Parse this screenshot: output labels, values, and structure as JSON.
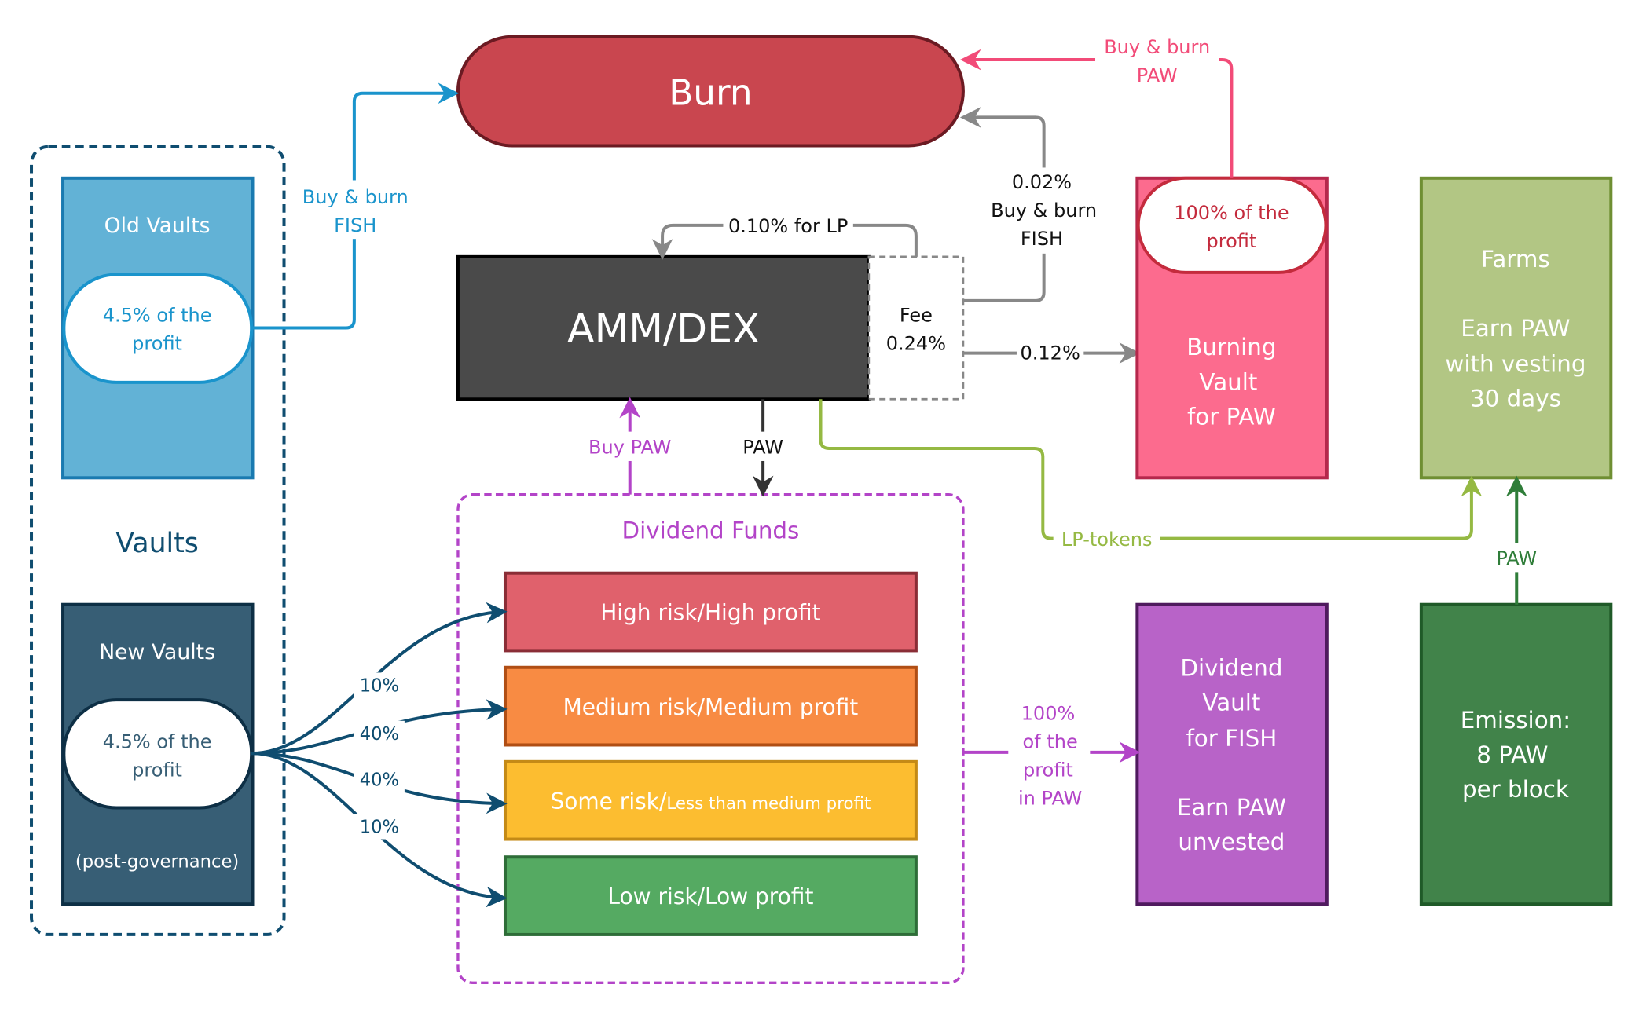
{
  "colors": {
    "burn": "#c9464f",
    "amm": "#4a4a4a",
    "old_vault": "#62b2d6",
    "new_vault": "#375e75",
    "burning_vault": "#fc6b8e",
    "farms": "#b2c684",
    "dividend_vault": "#b863c8",
    "emission": "#41834a",
    "blue": "#1a94cc",
    "pink": "#f24b78",
    "purple": "#b344c8",
    "lime": "#95b943",
    "darkgreen": "#2f7d39",
    "gray": "#888888",
    "navy": "#0f4d70"
  },
  "burn": {
    "label": "Burn"
  },
  "vaults": {
    "group_label": "Vaults",
    "old": {
      "title": "Old Vaults",
      "pill": [
        "4.5% of the",
        "profit"
      ]
    },
    "new": {
      "title": "New Vaults",
      "pill": [
        "4.5% of the",
        "profit"
      ],
      "footer": "(post-governance)"
    }
  },
  "arrows": {
    "old_to_burn": [
      "Buy & burn",
      "FISH"
    ],
    "lp_fee": "0.10% for LP",
    "fee_to_burn": [
      "0.02%",
      "Buy & burn",
      "FISH"
    ],
    "fee_to_burning_vault": "0.12%",
    "burning_to_burn": [
      "Buy & burn",
      "PAW"
    ],
    "buy_paw": "Buy PAW",
    "paw_down": "PAW",
    "lp_tokens": "LP-tokens",
    "emission_paw": "PAW",
    "dividend_to_vault": [
      "100%",
      "of the",
      "profit",
      "in PAW"
    ],
    "split": [
      "10%",
      "40%",
      "40%",
      "10%"
    ]
  },
  "amm": {
    "label": "AMM/DEX",
    "fee": [
      "Fee",
      "0.24%"
    ]
  },
  "burning_vault": {
    "pill": [
      "100% of the",
      "profit"
    ],
    "lines": [
      "Burning",
      "Vault",
      "for PAW"
    ]
  },
  "farms": {
    "lines": [
      "Farms",
      "",
      "Earn PAW",
      "with vesting",
      "30 days"
    ]
  },
  "dividend_funds": {
    "title": "Dividend Funds",
    "funds": [
      {
        "label": "High risk/High profit"
      },
      {
        "label": "Medium risk/Medium profit"
      },
      {
        "label": "Some risk/",
        "small": "Less than medium profit"
      },
      {
        "label": "Low risk/Low profit"
      }
    ]
  },
  "dividend_vault": {
    "lines": [
      "Dividend",
      "Vault",
      "for FISH",
      "",
      "Earn PAW",
      "unvested"
    ]
  },
  "emission": {
    "lines": [
      "Emission:",
      "8 PAW",
      "per block"
    ]
  }
}
